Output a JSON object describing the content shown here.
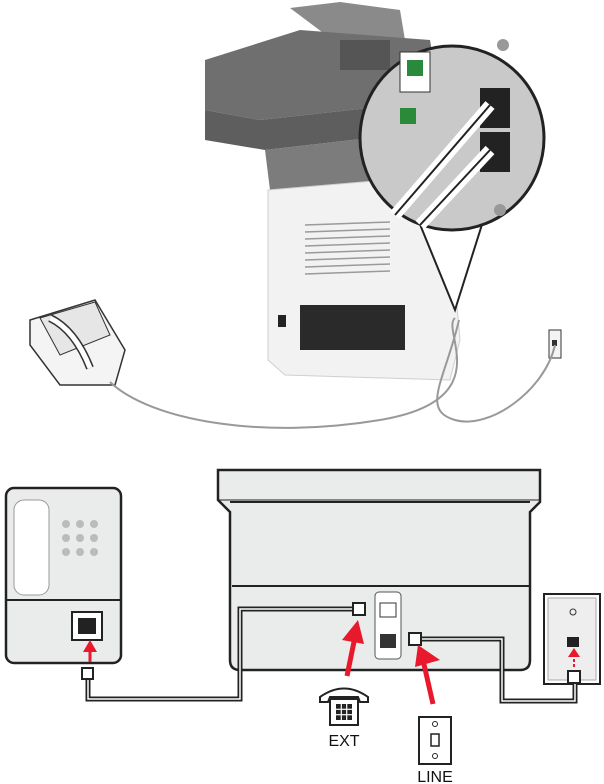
{
  "diagram": {
    "top_illustration": {
      "devices": [
        "printer",
        "telephone",
        "wall-jack"
      ]
    },
    "bottom_schematic": {
      "labels": {
        "ext": "EXT",
        "line": "LINE"
      }
    },
    "colors": {
      "arrow": "#e8192c",
      "printer_body": "#e8e8e8",
      "outline": "#222222"
    }
  }
}
